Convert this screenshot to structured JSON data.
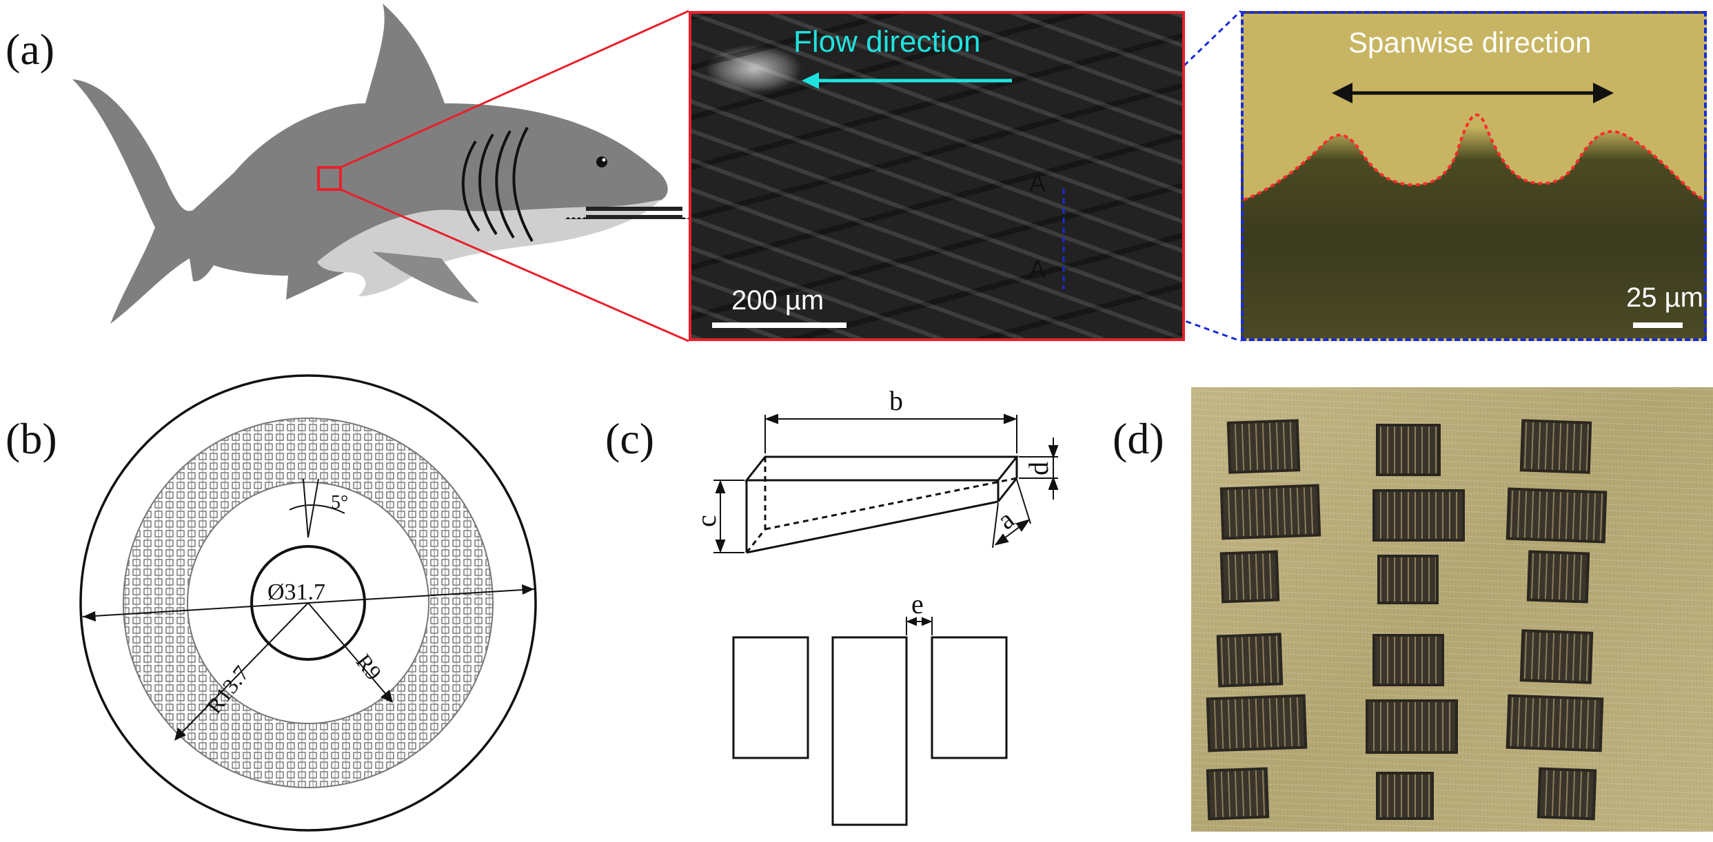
{
  "panels": {
    "a": {
      "label": "(a)",
      "sem": {
        "flow_label": "Flow direction",
        "section_top": "A",
        "section_bottom": "A",
        "scale_label": "200 µm"
      },
      "micro": {
        "direction_label": "Spanwise direction",
        "scale_label": "25 µm"
      }
    },
    "b": {
      "label": "(b)",
      "angle": "5°",
      "diameter": "Ø31.7",
      "radius_outer": "R13.7",
      "radius_inner": "R9"
    },
    "c": {
      "label": "(c)",
      "dim_a": "a",
      "dim_b": "b",
      "dim_c": "c",
      "dim_d": "d",
      "dim_e": "e"
    },
    "d": {
      "label": "(d)"
    }
  },
  "colors": {
    "shark_body": "#7f7f7f",
    "shark_belly": "#cfcfcf",
    "zoom_red": "#e8202a",
    "zoom_blue": "#1a2bd6",
    "flow_cyan": "#1fe3e0",
    "profile_red": "#ff2a2a",
    "photo_bg": "#bcae7a"
  }
}
